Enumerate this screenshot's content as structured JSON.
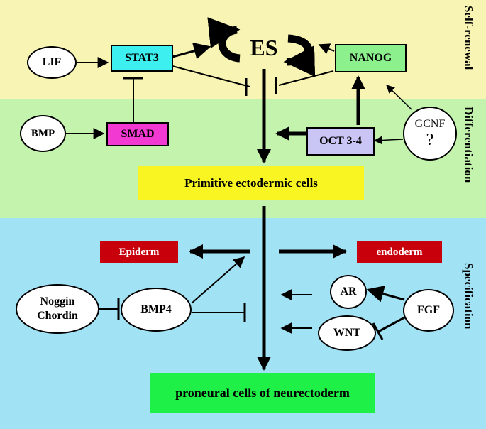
{
  "bands": {
    "self_renewal": "Self-renewal",
    "differentiation": "Differentiation",
    "specification": "Specification"
  },
  "nodes": {
    "lif": "LIF",
    "stat3": "STAT3",
    "es": "ES",
    "nanog": "NANOG",
    "bmp": "BMP",
    "smad": "SMAD",
    "oct": "OCT 3-4",
    "gcnf": "GCNF",
    "gcnf_question": "?",
    "primitive": "Primitive ectodermic cells",
    "epiderm": "Epiderm",
    "endoderm": "endoderm",
    "noggin": "Noggin",
    "chordin": "Chordin",
    "bmp4": "BMP4",
    "ar": "AR",
    "fgf": "FGF",
    "wnt": "WNT",
    "proneural": "proneural cells of neurectoderm"
  },
  "colors": {
    "self_renewal_band": "#f8f5b4",
    "differentiation_band": "#c3f3ad",
    "specification_band": "#a2e2f5",
    "stat3": "#3df0ef",
    "nanog": "#8cf08c",
    "smad": "#f23ad2",
    "oct": "#c9c5f5",
    "primitive": "#f9f523",
    "epiderm": "#c8000c",
    "endoderm": "#c8000c",
    "proneural": "#1ef048"
  }
}
